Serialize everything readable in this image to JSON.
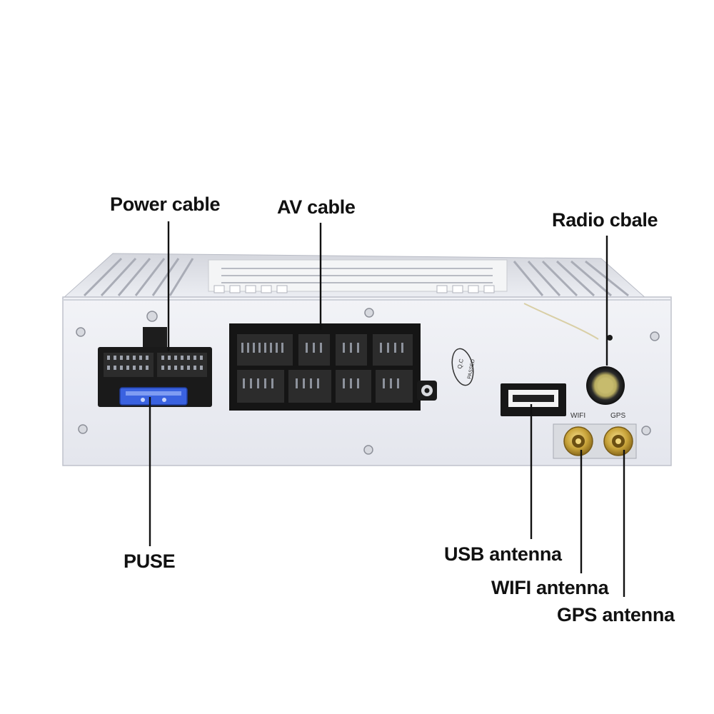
{
  "labels": {
    "power_cable": "Power cable",
    "av_cable": "AV cable",
    "radio_cable": "Radio cbale",
    "fuse": "PUSE",
    "usb_antenna": "USB antenna",
    "wifi_antenna": "WIFI antenna",
    "gps_antenna": "GPS antenna"
  },
  "device_markings": {
    "qc_stamp_line1": "Q.C",
    "qc_stamp_line2": "PASSED",
    "wifi_port": "WIFI",
    "gps_port": "GPS"
  },
  "colors": {
    "chassis": "#e6e8ef",
    "connector": "#1a1a1a",
    "fuse": "#3a62e0",
    "gold": "#c9a43a",
    "text": "#111111"
  }
}
